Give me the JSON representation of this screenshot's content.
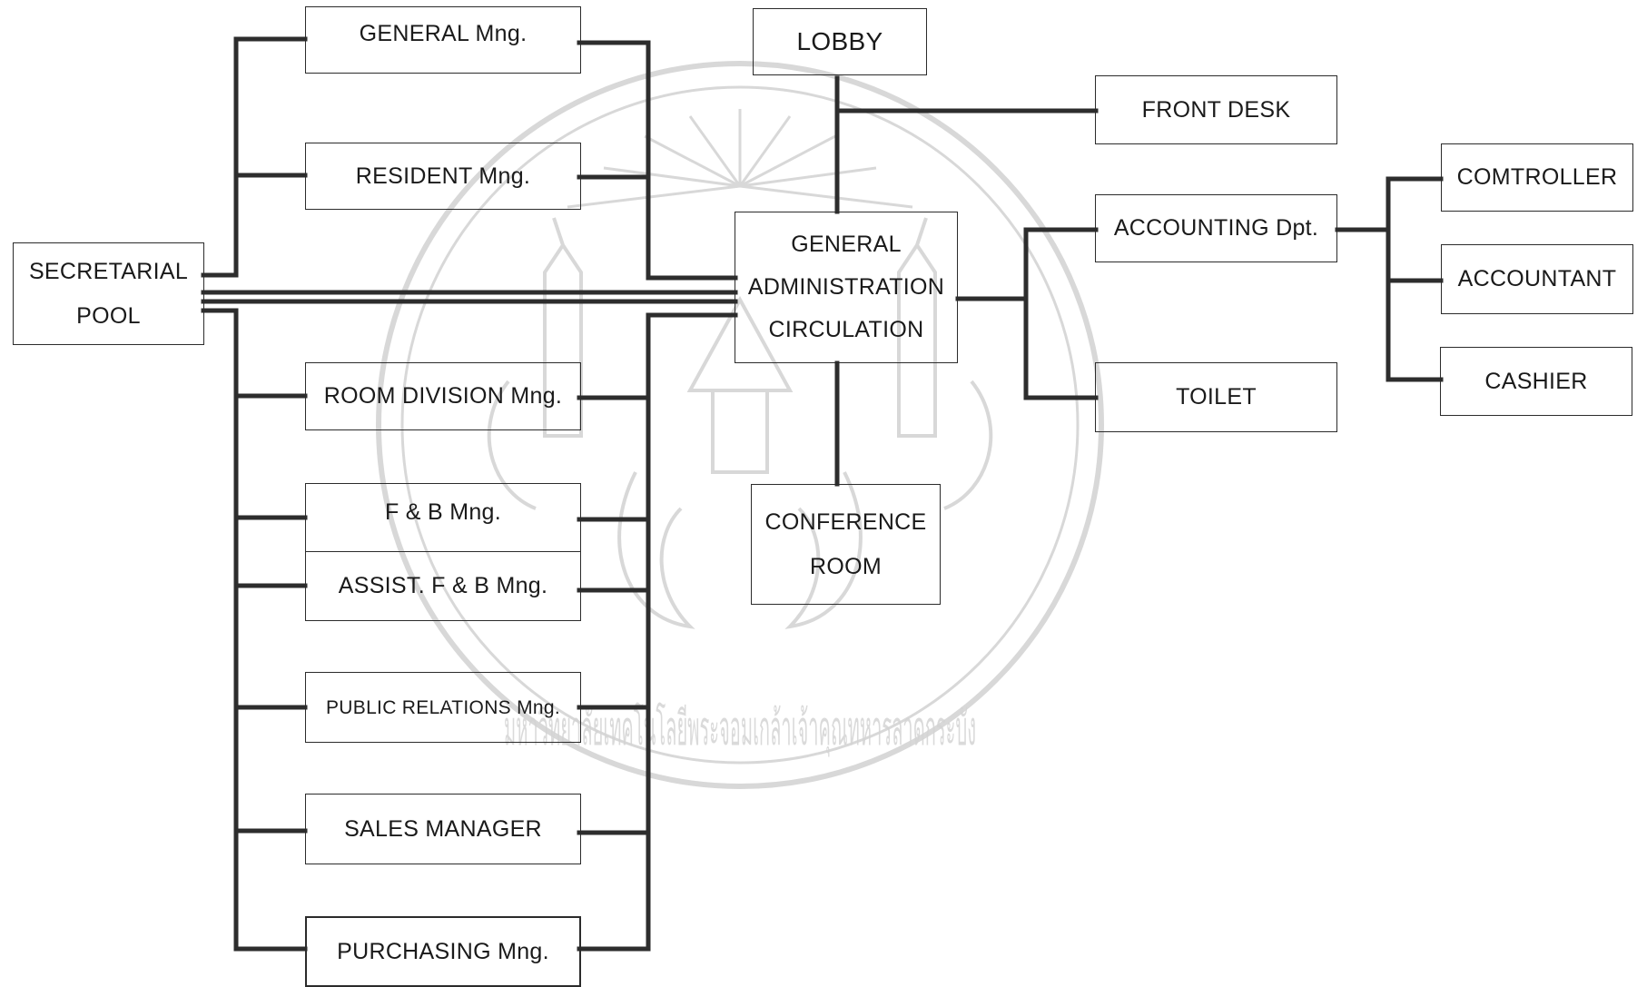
{
  "diagram": {
    "nodes": {
      "secretarial_pool": {
        "line1": "SECRETARIAL",
        "line2": "POOL"
      },
      "general_mng": "GENERAL Mng.",
      "resident_mng": "RESIDENT Mng.",
      "room_division_mng": "ROOM DIVISION Mng.",
      "fb_mng": "F & B Mng.",
      "assist_fb_mng": "ASSIST. F & B Mng.",
      "public_relations_mng": "PUBLIC RELATIONS  Mng.",
      "sales_manager": "SALES MANAGER",
      "purchasing_mng": "PURCHASING  Mng.",
      "lobby": "LOBBY",
      "general_administration": {
        "line1": "GENERAL",
        "line2": "ADMINISTRATION",
        "line3": "CIRCULATION"
      },
      "conference_room": {
        "line1": "CONFERENCE",
        "line2": "ROOM"
      },
      "front_desk": "FRONT DESK",
      "accounting_dpt": "ACCOUNTING Dpt.",
      "toilet": "TOILET",
      "comtroller": "COMTROLLER",
      "accountant": "ACCOUNTANT",
      "cashier": "CASHIER"
    },
    "edges": [
      [
        "secretarial_pool",
        "general_mng"
      ],
      [
        "secretarial_pool",
        "resident_mng"
      ],
      [
        "secretarial_pool",
        "room_division_mng"
      ],
      [
        "secretarial_pool",
        "fb_mng"
      ],
      [
        "secretarial_pool",
        "assist_fb_mng"
      ],
      [
        "secretarial_pool",
        "public_relations_mng"
      ],
      [
        "secretarial_pool",
        "sales_manager"
      ],
      [
        "secretarial_pool",
        "purchasing_mng"
      ],
      [
        "secretarial_pool",
        "general_administration"
      ],
      [
        "general_mng",
        "general_administration"
      ],
      [
        "resident_mng",
        "general_administration"
      ],
      [
        "room_division_mng",
        "general_administration"
      ],
      [
        "fb_mng",
        "general_administration"
      ],
      [
        "assist_fb_mng",
        "general_administration"
      ],
      [
        "public_relations_mng",
        "general_administration"
      ],
      [
        "sales_manager",
        "general_administration"
      ],
      [
        "purchasing_mng",
        "general_administration"
      ],
      [
        "lobby",
        "general_administration"
      ],
      [
        "lobby",
        "front_desk"
      ],
      [
        "general_administration",
        "conference_room"
      ],
      [
        "general_administration",
        "accounting_dpt"
      ],
      [
        "general_administration",
        "toilet"
      ],
      [
        "accounting_dpt",
        "comtroller"
      ],
      [
        "accounting_dpt",
        "accountant"
      ],
      [
        "accounting_dpt",
        "cashier"
      ]
    ]
  },
  "watermark": {
    "type": "university-seal",
    "text": "มหาวิทยาลัยเทคโนโลยีพระจอมเกล้าเจ้าคุณทหารลาดกระบัง"
  },
  "colors": {
    "line": "#2d2d2d",
    "box_border": "#2b2b2b",
    "text": "#1a1a1a",
    "watermark": "#cfcfcf"
  }
}
